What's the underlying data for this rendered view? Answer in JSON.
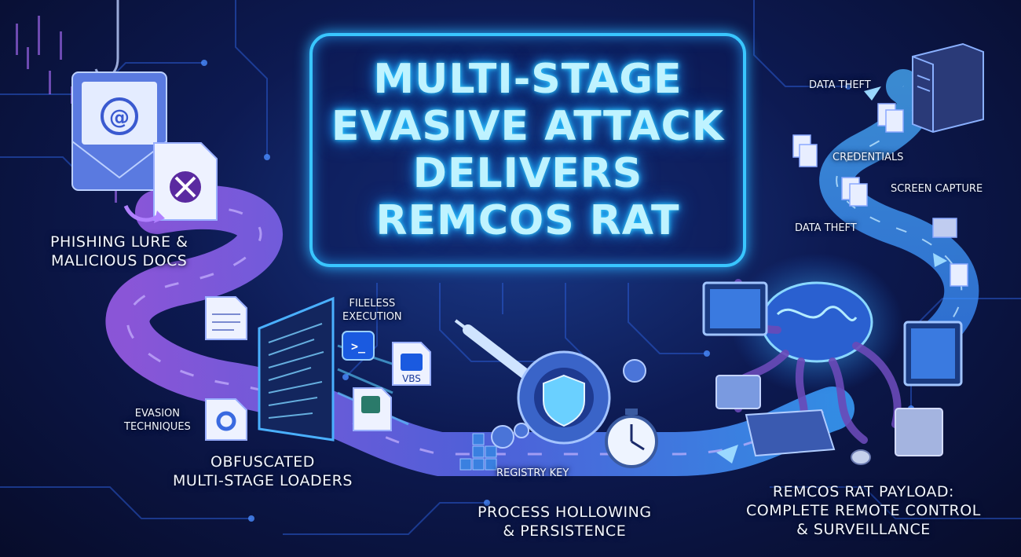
{
  "title": {
    "lines": [
      "MULTI-STAGE",
      "EVASIVE ATTACK",
      "DELIVERS",
      "REMCOS RAT"
    ]
  },
  "stages": {
    "phishing": {
      "line1": "PHISHING LURE &",
      "line2": "MALICIOUS DOCS"
    },
    "loaders": {
      "line1": "OBFUSCATED",
      "line2": "MULTI-STAGE LOADERS"
    },
    "hollowing": {
      "line1": "PROCESS HOLLOWING",
      "line2": "& PERSISTENCE"
    },
    "payload": {
      "line1": "REMCOS RAT PAYLOAD:",
      "line2": "COMPLETE REMOTE CONTROL",
      "line3": "& SURVEILLANCE"
    }
  },
  "annotations": {
    "evasion": {
      "line1": "EVASION",
      "line2": "TECHNIQUES"
    },
    "fileless": {
      "line1": "FILELESS",
      "line2": "EXECUTION"
    },
    "registry_key": "REGISTRY KEY",
    "data_theft_top": "DATA THEFT",
    "credentials": "CREDENTIALS",
    "screen_capture": "SCREEN CAPTURE",
    "data_theft_bottom": "DATA THEFT"
  },
  "icons": {
    "email_symbol": "@",
    "vbs_label": "VBS",
    "powershell_symbol": ">_"
  },
  "colors": {
    "background": "#0a1033",
    "neon_cyan": "#39c6ff",
    "path_purple": "#8a5cf0",
    "path_blue": "#3a8cff"
  }
}
